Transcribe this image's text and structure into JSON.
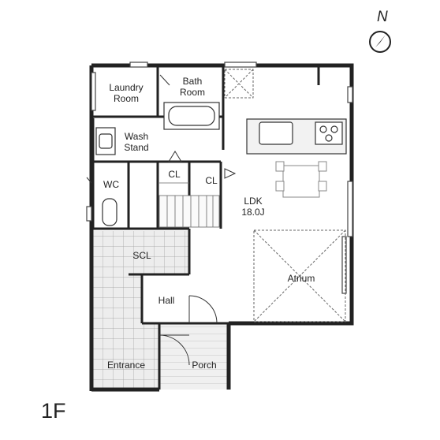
{
  "plan": {
    "floor_label": "1F",
    "north_label": "N",
    "rooms": {
      "laundry": [
        "Laundry",
        "Room"
      ],
      "bath": [
        "Bath",
        "Room"
      ],
      "wash": [
        "Wash",
        "Stand"
      ],
      "wc": "WC",
      "cl1": "CL",
      "cl2": "CL",
      "ldk": [
        "LDK",
        "18.0J"
      ],
      "scl": "SCL",
      "atrium": "Atrium",
      "hall": "Hall",
      "entrance": "Entrance",
      "porch": "Porch"
    }
  }
}
